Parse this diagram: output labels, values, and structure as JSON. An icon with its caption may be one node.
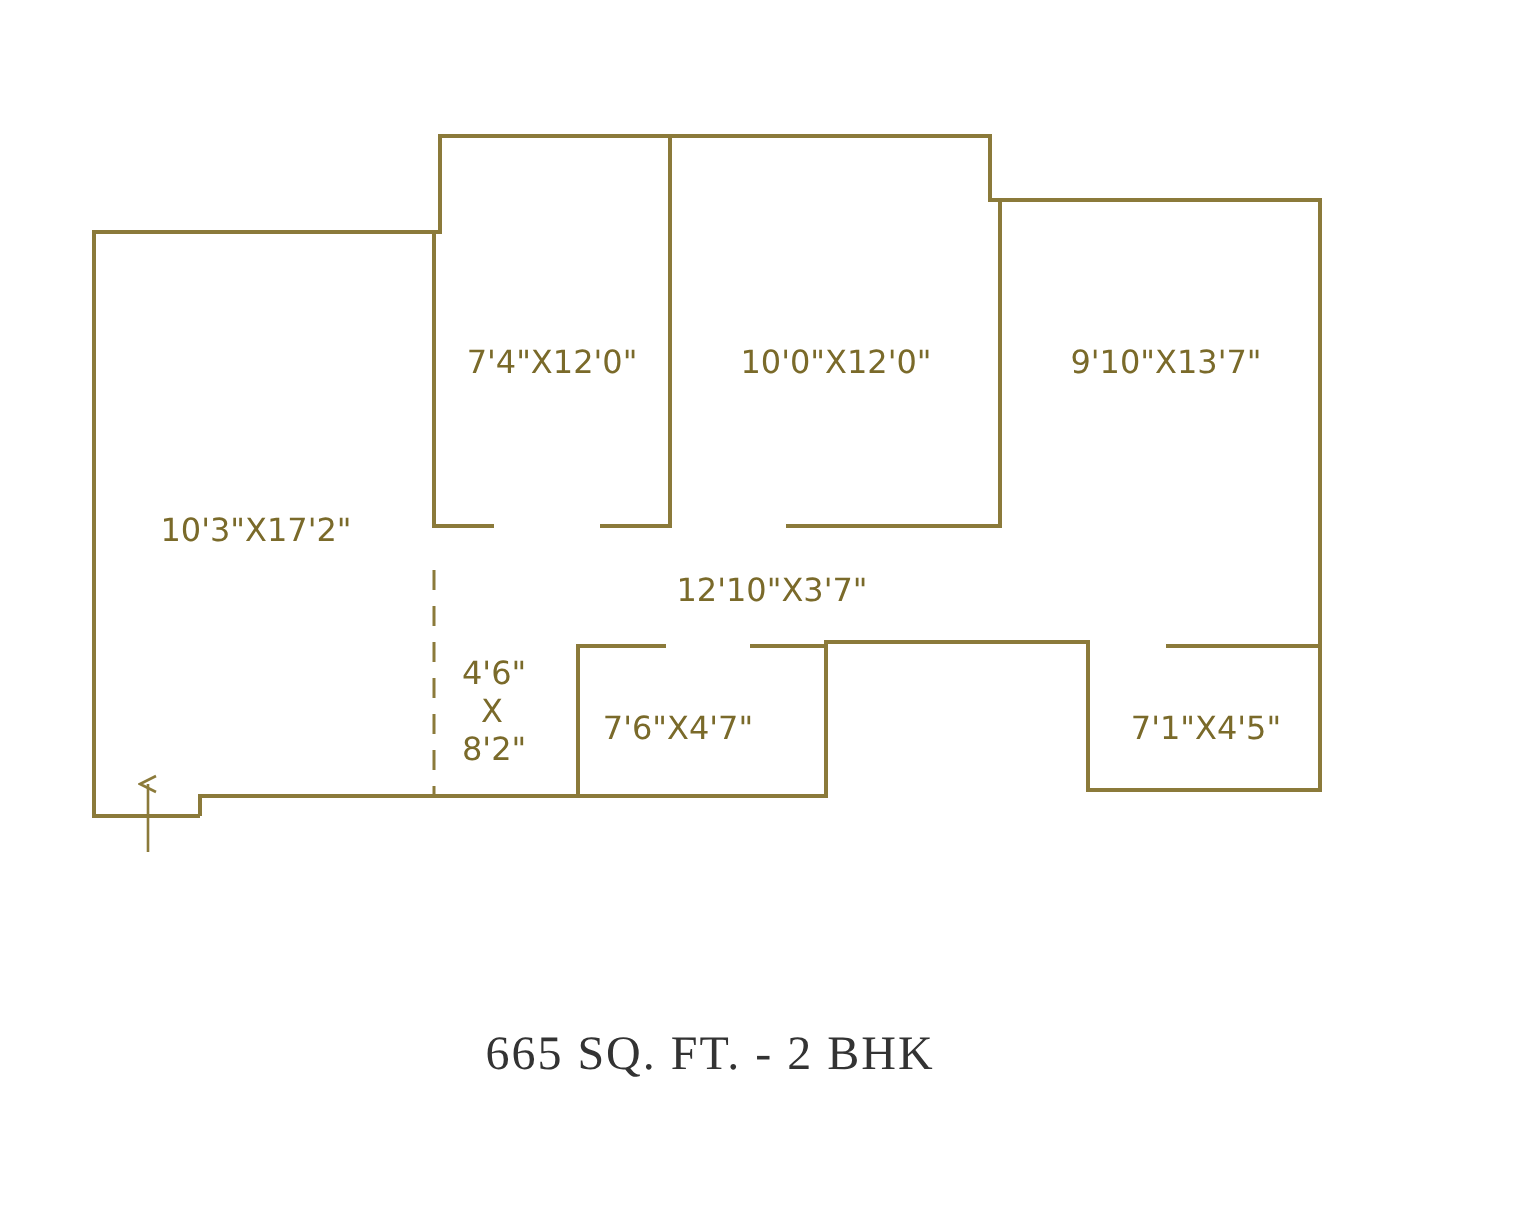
{
  "diagram": {
    "caption": "665 SQ. FT. - 2 BHK",
    "labels": [
      "7'4\"X12'0\"",
      "10'0\"X12'0\"",
      "9'10\"X13'7\"",
      "10'3\"X17'2\"",
      "12'10\"X3'7\"",
      "4'6\" X 8'2\"",
      "7'6\"X4'7\"",
      "7'1\"X4'5\""
    ]
  }
}
